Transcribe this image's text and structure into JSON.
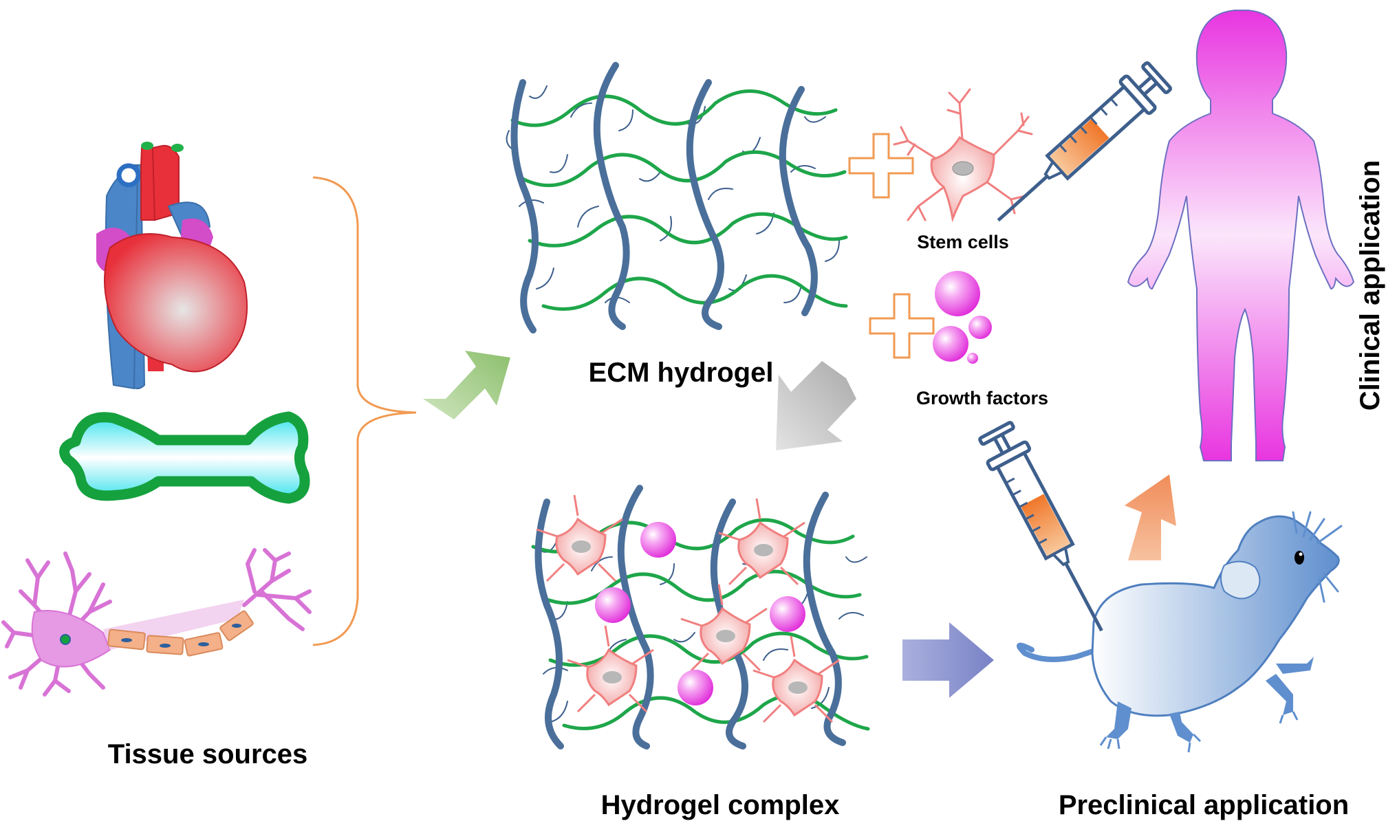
{
  "labels": {
    "tissue_sources": "Tissue sources",
    "ecm_hydrogel": "ECM hydrogel",
    "stem_cells": "Stem cells",
    "growth_factors": "Growth factors",
    "hydrogel_complex": "Hydrogel complex",
    "preclinical_application": "Preclinical application",
    "clinical_application": "Clinical application"
  },
  "colors": {
    "fiber_blue": "#4a6f9a",
    "fiber_green": "#1ea64a",
    "thin_fiber": "#3e5f8c",
    "magenta": "#e82ee0",
    "heart_red": "#e8303a",
    "vessel_blue": "#4b86c8",
    "bone_green": "#16a13f",
    "bone_fill": "#4de8f0",
    "bracket_orange": "#f19a52",
    "arrow_green": "#9ac77e",
    "arrow_gray": "#b9b9b9",
    "arrow_purple": "#8b93cf",
    "arrow_orange": "#f3a173",
    "cell_pink": "#f29b9b",
    "neuron_pink": "#d873d6",
    "mouse_blue": "#5f8fce",
    "syringe_orange": "#f0772a"
  },
  "icons": [
    "heart-icon",
    "bone-icon",
    "neuron-icon",
    "stem-cell-icon",
    "growth-factor-icon",
    "plus-icon",
    "syringe-icon",
    "human-silhouette-icon",
    "mouse-icon"
  ]
}
